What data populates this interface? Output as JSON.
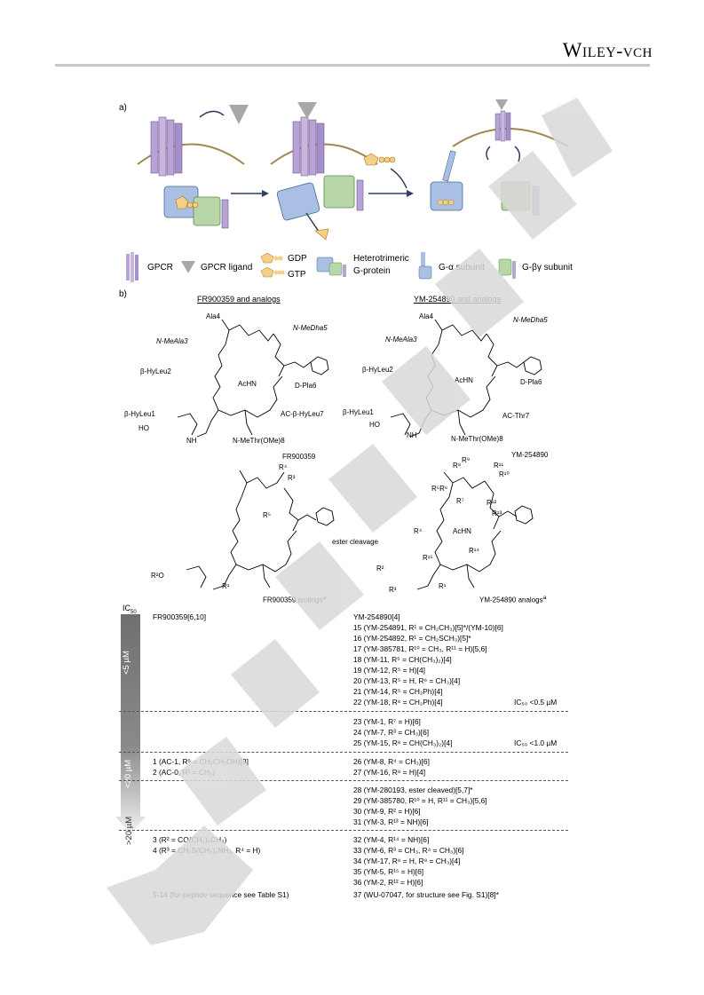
{
  "header": {
    "publisher_main": "Wiley",
    "publisher_sep": "-",
    "publisher_vch": "VCH"
  },
  "panel_a": {
    "label": "a)"
  },
  "legend": {
    "gpcr": "GPCR",
    "gpcr_ligand": "GPCR ligand",
    "gdp": "GDP",
    "gtp": "GTP",
    "heterotrimeric_line1": "Heterotrimeric",
    "heterotrimeric_line2": "G-protein",
    "g_alpha": "G-α subunit",
    "g_betagamma": "G-βγ subunit"
  },
  "panel_b": {
    "label": "b)",
    "left_title": "FR900359 and analogs",
    "right_title": "YM-254890 and analogs",
    "left_struct": {
      "ala4": "Ala4",
      "medha5": "N-MeDha5",
      "meala3": "N-MeAla3",
      "hyleu2": "β-HyLeu2",
      "acHN": "AcHN",
      "dpla6": "D-Pla6",
      "hyleu1": "β-HyLeu1",
      "ac_hyleu7": "AC-β-HyLeu7",
      "methr8": "N-MeThr(OMe)8",
      "ho": "HO",
      "nh": "NH",
      "name": "FR900359"
    },
    "right_struct": {
      "ala4": "Ala4",
      "medha5": "N-MeDha5",
      "meala3": "N-MeAla3",
      "hyleu2": "β-HyLeu2",
      "acHN": "AcHN",
      "dpla6": "D-Pla6",
      "hyleu1": "β-HyLeu1",
      "ac_thr7": "AC-Thr7",
      "methr8": "N-MeThr(OMe)8",
      "ho": "HO",
      "nh": "NH",
      "name": "YM-254890"
    },
    "left_analog": {
      "r4": "R⁴",
      "r3": "R³",
      "r5": "R⁵",
      "r2o": "R²O",
      "r1": "R¹",
      "name": "FR900359 analogs",
      "sup": "a"
    },
    "right_analog": {
      "r8": "R⁸",
      "r9": "R⁹",
      "r11": "R¹¹",
      "r10": "R¹⁰",
      "r5r6": "R⁵R⁶",
      "r7": "R⁷",
      "r12": "R¹²",
      "r13": "R¹³",
      "r4": "R⁴",
      "achn": "AcHN",
      "ester": "ester cleavage",
      "r15": "R¹⁵",
      "r14": "R¹⁴",
      "r2": "R²",
      "r3": "R³",
      "r1": "R¹",
      "name": "YM-254890 analogs",
      "sup": "a"
    }
  },
  "ic50": {
    "axis_label": "IC",
    "axis_sub": "50",
    "bands": [
      "<5 µM",
      "<20 µM",
      ">20 µM"
    ],
    "threshold_a": "IC₅₀ <0.5 µM",
    "threshold_b": "IC₅₀ <1.0 µM"
  },
  "table": {
    "left_rows": [
      "FR900359[6,10]",
      "1 (AC-1, R⁵ = CH₂CH₂OH)[3]",
      "2 (AC-0, R¹ = CH₃)",
      "3 (R² = CO(CH₂)₄CH₃)",
      "4 (R³ = CH₂S(CH₂)₂NH₂, R⁴ = H)",
      "5-14 (for peptide sequence see Table S1)"
    ],
    "right_rows": [
      "YM-254890[4]",
      "15 (YM-254891, R¹ = CH₂CH₃)[5]*/(YM-10)[6]",
      "16 (YM-254892, R¹ = CH₂SCH₃)[5]*",
      "17 (YM-385781, R¹⁰ = CH₃, R¹¹ = H)[5,6]",
      "18 (YM-11, R⁵ = CH(CH₃)₂)[4]",
      "19 (YM-12, R⁵ = H)[4]",
      "20 (YM-13, R⁵ = H, R⁶ = CH₃)[4]",
      "21 (YM-14, R⁵ = CH₂Ph)[4]",
      "22 (YM-18, R⁸ = CH₂Ph)[4]",
      "23 (YM-1, R⁷ = H)[6]",
      "24 (YM-7, R³ = CH₃)[6]",
      "25 (YM-15, R⁸ = CH(CH₃)₂)[4]",
      "26 (YM-8, R⁴ = CH₃)[6]",
      "27 (YM-16, R⁸ = H)[4]",
      "28 (YM-280193, ester cleaved)[5,7]*",
      "29 (YM-385780, R¹⁰ = H, R¹¹ = CH₃)[5,6]",
      "30 (YM-9, R² = H)[6]",
      "31 (YM-3, R¹³ = NH)[6]",
      "32 (YM-4, R¹⁴ = NH)[6]",
      "33 (YM-6, R³ = CH₃, R⁴ = CH₃)[6]",
      "34 (YM-17, R⁸ = H, R⁹ = CH₃)[4]",
      "35 (YM-5, R¹⁵ = H)[6]",
      "36 (YM-2, R¹² = H)[6]",
      "37 (WU-07047, for structure see Fig. S1)[8]*"
    ]
  },
  "colors": {
    "gpcr": "#b9a3d6",
    "galpha": "#a9c0e4",
    "gbeta": "#b8d7a8",
    "membrane": "#9c8a4e",
    "ligand": "#a8a8a8",
    "gdp": "#f3cf87",
    "arrow": "#2d3f63",
    "watermark": "#d9d9d9",
    "icbar": "#7f7f7f"
  }
}
